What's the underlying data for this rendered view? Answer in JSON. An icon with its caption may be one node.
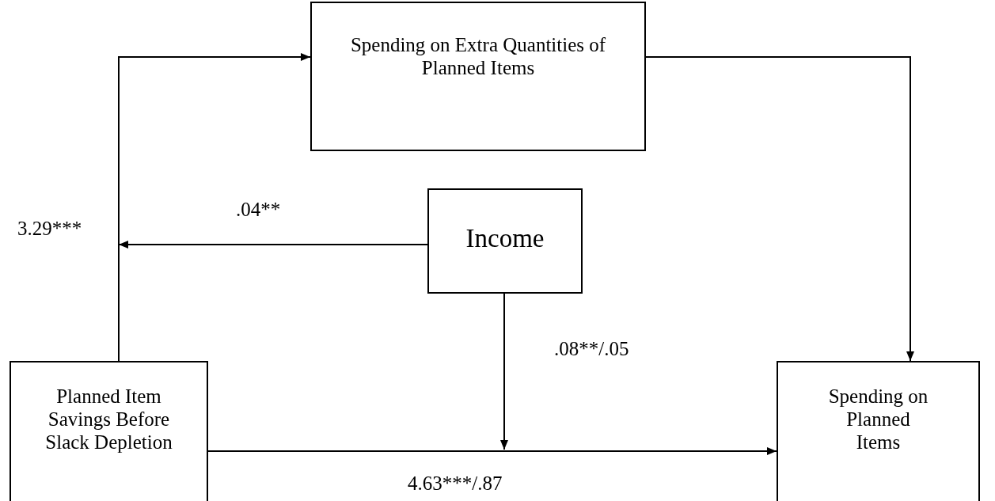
{
  "diagram": {
    "nodes": [
      {
        "text": [
          "Spending on Extra Quantities of Planned Items"
        ]
      },
      {
        "text": [
          "Income"
        ]
      },
      {
        "text": [
          "Planned Item Savings Before Slack Depletion"
        ]
      },
      {
        "text": [
          "Spending on Planned Items"
        ]
      }
    ],
    "edges": [
      {
        "from": 2,
        "to": 0,
        "arrow": "to",
        "label": "3.29***"
      },
      {
        "from": 0,
        "to": 3,
        "arrow": "to"
      },
      {
        "from": 2,
        "to": 3,
        "arrow": "to",
        "label": "4.63***/.87"
      },
      {
        "from": 1,
        "to": null,
        "arrow": "to",
        "label": ".04**"
      },
      {
        "from": 1,
        "to": null,
        "arrow": "to",
        "label": ".08**/.05"
      }
    ]
  }
}
